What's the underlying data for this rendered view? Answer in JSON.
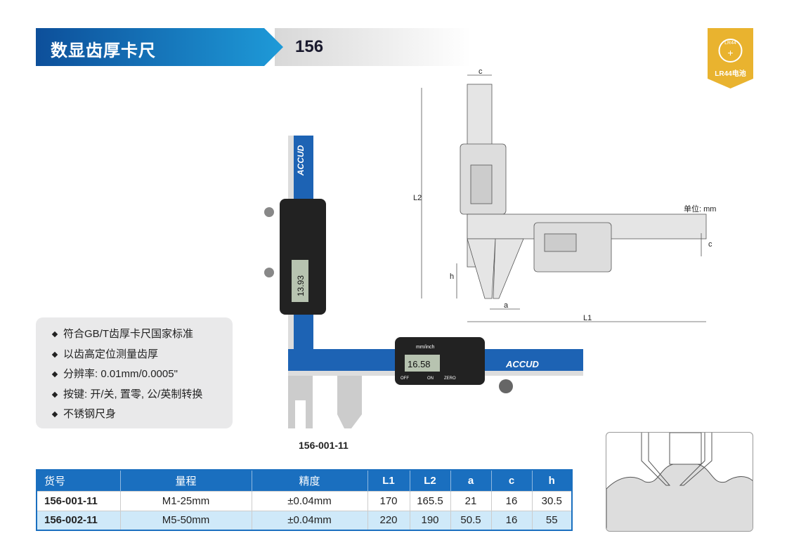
{
  "header": {
    "title": "数显齿厚卡尺",
    "model": "156"
  },
  "badge": {
    "icon_text": "LR44",
    "label": "LR44电池",
    "color": "#e9b32f"
  },
  "features": [
    "符合GB/T齿厚卡尺国家标准",
    "以齿高定位测量齿厚",
    "分辨率: 0.01mm/0.0005\"",
    "按键: 开/关, 置零, 公/英制转换",
    "不锈钢尺身"
  ],
  "product": {
    "label": "156-001-11",
    "brand": "ACCUD",
    "display1": "13.93",
    "display2": "16.58",
    "unit_label": "mm/inch",
    "btn_off": "OFF",
    "btn_on": "ON",
    "btn_zero": "ZERO"
  },
  "drawing": {
    "unit": "单位: mm",
    "dims": {
      "c": "c",
      "L2": "L2",
      "h": "h",
      "a": "a",
      "L1": "L1"
    }
  },
  "table": {
    "headers": [
      "货号",
      "量程",
      "精度",
      "L1",
      "L2",
      "a",
      "c",
      "h"
    ],
    "rows": [
      [
        "156-001-11",
        "M1-25mm",
        "±0.04mm",
        "170",
        "165.5",
        "21",
        "16",
        "30.5"
      ],
      [
        "156-002-11",
        "M5-50mm",
        "±0.04mm",
        "220",
        "190",
        "50.5",
        "16",
        "55"
      ]
    ]
  },
  "colors": {
    "accent": "#1a6fbf",
    "header_blue": "#1f7fc9"
  }
}
